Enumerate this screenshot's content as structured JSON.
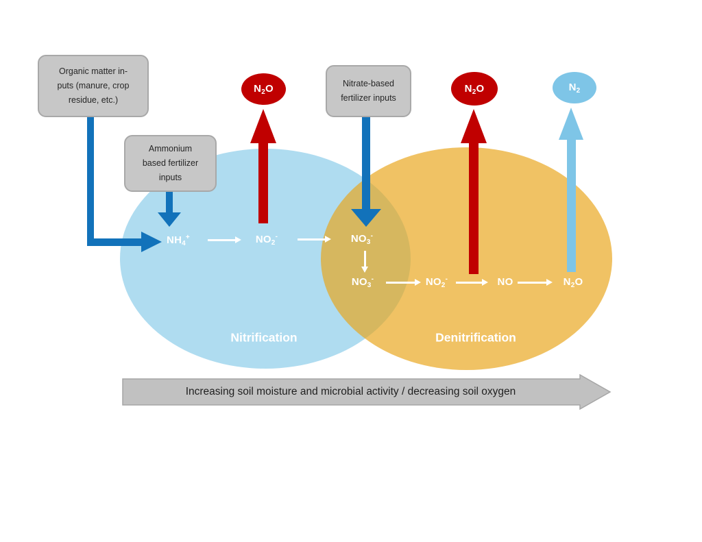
{
  "colors": {
    "nitrification_ellipse": "#AFDCF0",
    "denitrification_ellipse": "#F0C263",
    "ellipse_overlap": "#DCB55E",
    "input_arrow_blue": "#1272BA",
    "emission_red": "#C00000",
    "n2_blue": "#7EC5E7",
    "box_gray": "#C7C7C7",
    "bottom_arrow_gray": "#C1C1C1"
  },
  "boxes": {
    "organic": {
      "lines": [
        "Organic matter in-",
        "puts (manure, crop",
        "residue, etc.)"
      ]
    },
    "ammonium": {
      "lines": [
        "Ammonium",
        "based fertilizer",
        "inputs"
      ]
    },
    "nitrate": {
      "lines": [
        "Nitrate-based",
        "fertilizer inputs"
      ]
    }
  },
  "gases": {
    "n2o_left": {
      "pre": "N",
      "sub": "2",
      "post": "O",
      "sup": ""
    },
    "n2o_right": {
      "pre": "N",
      "sub": "2",
      "post": "O",
      "sup": ""
    },
    "n2": {
      "pre": "N",
      "sub": "2",
      "post": "",
      "sup": ""
    }
  },
  "species": {
    "nh4": {
      "pre": "NH",
      "sub": "4",
      "post": "",
      "sup": "+"
    },
    "no2_nitr": {
      "pre": "NO",
      "sub": "2",
      "post": "",
      "sup": "-"
    },
    "no3_top": {
      "pre": "NO",
      "sub": "3",
      "post": "",
      "sup": "-"
    },
    "no3_bot": {
      "pre": "NO",
      "sub": "3",
      "post": "",
      "sup": "-"
    },
    "no2_deni": {
      "pre": "NO",
      "sub": "2",
      "post": "",
      "sup": "-"
    },
    "no": {
      "pre": "NO",
      "sub": "",
      "post": "",
      "sup": ""
    },
    "n2o_chain": {
      "pre": "N",
      "sub": "2",
      "post": "O",
      "sup": ""
    }
  },
  "process_labels": {
    "nitrification": "Nitrification",
    "denitrification": "Denitrification"
  },
  "bottom_arrow": {
    "label": "Increasing soil moisture and microbial activity / decreasing soil oxygen"
  }
}
